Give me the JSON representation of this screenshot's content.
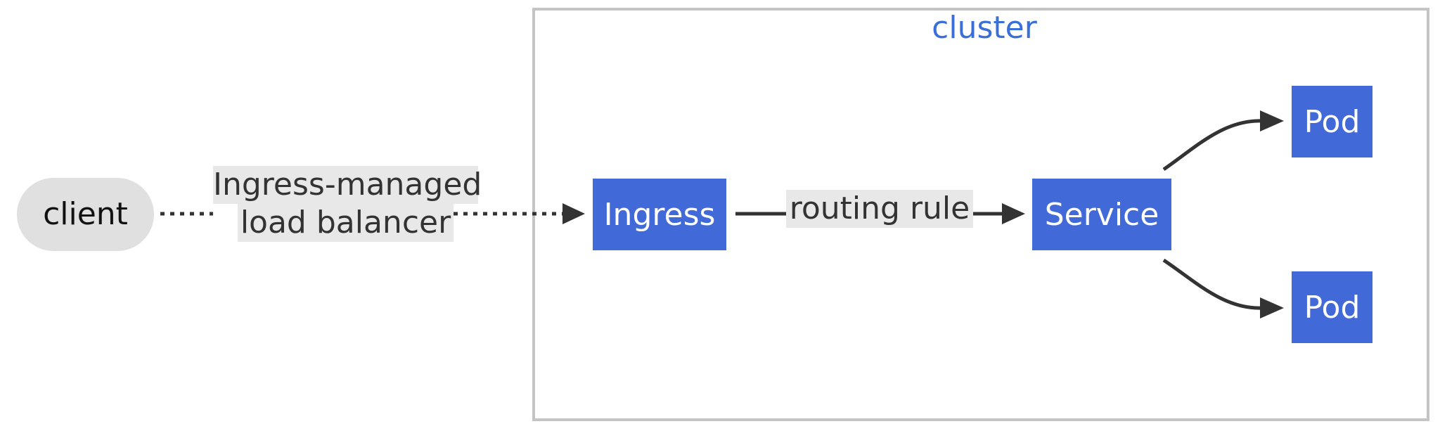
{
  "cluster": {
    "title": "cluster"
  },
  "nodes": {
    "client": "client",
    "ingress": "Ingress",
    "service": "Service",
    "pod_1": "Pod",
    "pod_2": "Pod"
  },
  "edges": {
    "client_to_ingress": {
      "label_line_1": "Ingress-managed",
      "label_line_2": "load balancer",
      "style": "dotted"
    },
    "ingress_to_service": {
      "label": "routing rule",
      "style": "solid"
    }
  },
  "colors": {
    "node_fill": "#4169d8",
    "node_text": "#ffffff",
    "client_fill": "#e0e0e0",
    "cluster_border": "#c4c4c4",
    "cluster_title": "#3b6fd8",
    "edge": "#333333",
    "edge_label_bg": "#e8e8e8"
  }
}
